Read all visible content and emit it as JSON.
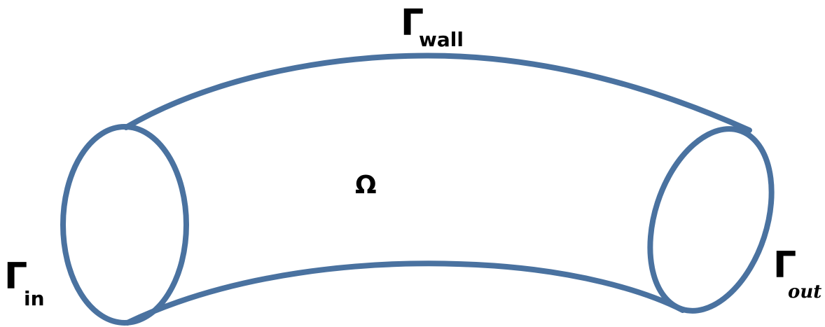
{
  "colors": {
    "outline": "#4a72a0",
    "text": "#000000",
    "background": "#ffffff"
  },
  "labels": {
    "wall_symbol": "Γ",
    "wall_subscript": "wall",
    "domain_symbol": "Ω",
    "inlet_symbol": "Γ",
    "inlet_subscript": "in",
    "outlet_symbol": "Γ",
    "outlet_subscript": "out"
  }
}
